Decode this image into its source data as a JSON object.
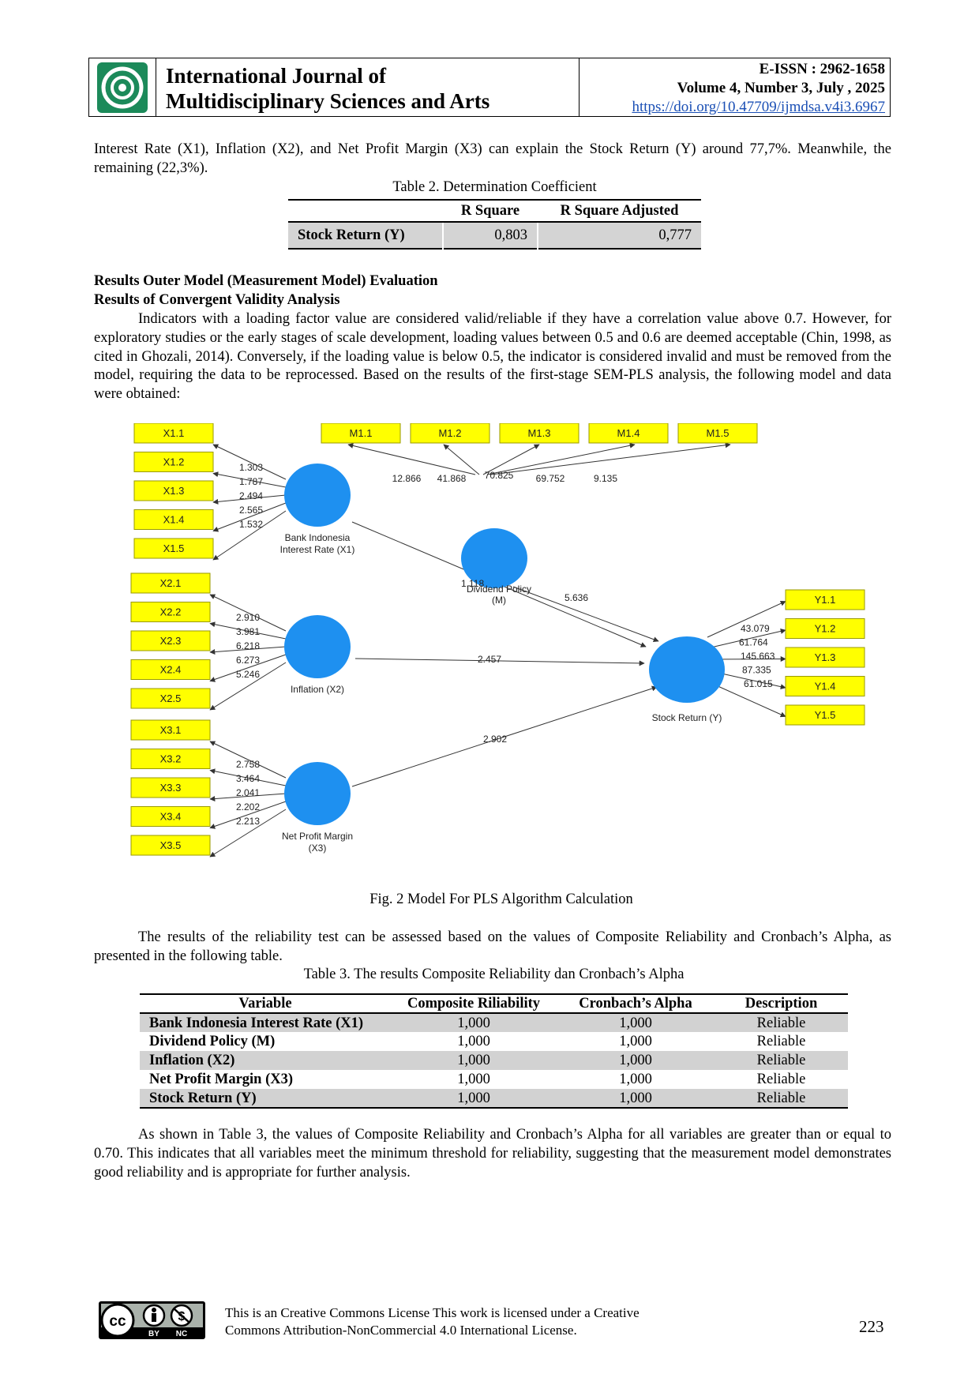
{
  "header": {
    "journal_line1": "International Journal of",
    "journal_line2": "Multidisciplinary Sciences and Arts",
    "issn": "E-ISSN : 2962-1658",
    "volume": "Volume 4, Number 3, July , 2025",
    "doi": "https://doi.org/10.47709/ijmdsa.v4i3.6967"
  },
  "intro_paragraph": "Interest Rate (X1), Inflation (X2), and Net Profit Margin (X3) can explain the Stock Return (Y) around 77,7%. Meanwhile, the remaining (22,3%).",
  "table2": {
    "caption": "Table 2. Determination Coefficient",
    "headers": [
      "",
      "R Square",
      "R Square Adjusted"
    ],
    "row": {
      "label": "Stock Return (Y)",
      "r_square": "0,803",
      "r_square_adj": "0,777"
    }
  },
  "section_heading": "Results Outer Model (Measurement Model) Evaluation",
  "subsection_heading": "Results of Convergent Validity Analysis",
  "paragraph1": "Indicators with a loading factor value are considered valid/reliable if they have a correlation value above 0.7. However, for exploratory studies or the early stages of scale development, loading values between 0.5 and 0.6 are deemed acceptable (Chin, 1998, as cited in Ghozali, 2014). Conversely, if the loading value is below 0.5, the indicator is considered invalid and must be removed from the model, requiring the data to be reprocessed. Based on the results of the first-stage SEM-PLS analysis, the following model and data were obtained:",
  "figure": {
    "caption": "Fig. 2 Model For PLS Algorithm Calculation",
    "x1_indicators": [
      "X1.1",
      "X1.2",
      "X1.3",
      "X1.4",
      "X1.5"
    ],
    "x1_loadings": [
      "1.303",
      "1.787",
      "2.494",
      "2.565",
      "1.532"
    ],
    "x1_name": [
      "Bank Indonesia",
      "Interest Rate (X1)"
    ],
    "x2_indicators": [
      "X2.1",
      "X2.2",
      "X2.3",
      "X2.4",
      "X2.5"
    ],
    "x2_loadings": [
      "2.910",
      "3.981",
      "6.218",
      "6.273",
      "5.246"
    ],
    "x2_name": [
      "Inflation (X2)"
    ],
    "x3_indicators": [
      "X3.1",
      "X3.2",
      "X3.3",
      "X3.4",
      "X3.5"
    ],
    "x3_loadings": [
      "2.758",
      "3.464",
      "2.041",
      "2.202",
      "2.213"
    ],
    "x3_name": [
      "Net Profit Margin",
      "(X3)"
    ],
    "m_indicators": [
      "M1.1",
      "M1.2",
      "M1.3",
      "M1.4",
      "M1.5"
    ],
    "m_loadings": [
      "12.866",
      "41.868",
      "70.825",
      "69.752",
      "9.135"
    ],
    "m_name": [
      "Dividend Policy",
      "(M)"
    ],
    "y_indicators": [
      "Y1.1",
      "Y1.2",
      "Y1.3",
      "Y1.4",
      "Y1.5"
    ],
    "y_loadings": [
      "43.079",
      "61.764",
      "145.663",
      "87.335",
      "61.015"
    ],
    "y_name": [
      "Stock Return (Y)"
    ],
    "path_x1_y": "1.118",
    "path_m_y": "5.636",
    "path_x2_y": "2.457",
    "path_x3_y": "2.902",
    "colors": {
      "construct": "#1e90f0",
      "indicator_box": "#ffff00",
      "indicator_border": "#9a9a00"
    }
  },
  "paragraph2": "The results of the reliability test can be assessed based on the values of Composite Reliability and Cronbach’s Alpha, as presented in the following table.",
  "table3": {
    "caption": "Table 3. The results Composite Reliability dan Cronbach’s Alpha",
    "headers": [
      "Variable",
      "Composite Riliability",
      "Cronbach’s Alpha",
      "Description"
    ],
    "rows": [
      [
        "Bank Indonesia Interest Rate (X1)",
        "1,000",
        "1,000",
        "Reliable"
      ],
      [
        "Dividend Policy (M)",
        "1,000",
        "1,000",
        "Reliable"
      ],
      [
        "Inflation (X2)",
        "1,000",
        "1,000",
        "Reliable"
      ],
      [
        "Net Profit Margin (X3)",
        "1,000",
        "1,000",
        "Reliable"
      ],
      [
        "Stock Return (Y)",
        "1,000",
        "1,000",
        "Reliable"
      ]
    ]
  },
  "paragraph3": "As shown in Table 3, the values of Composite Reliability and Cronbach’s Alpha for all variables are greater than or equal to 0.70. This indicates that all variables meet the minimum threshold for reliability, suggesting that the measurement model demonstrates good reliability and is appropriate for further analysis.",
  "footer": {
    "license_line1": "This is an Creative Commons License This work is licensed under a Creative",
    "license_line2": "Commons Attribution-NonCommercial 4.0 International License.",
    "cc_by": "BY",
    "cc_nc": "NC",
    "page_number": "223"
  }
}
